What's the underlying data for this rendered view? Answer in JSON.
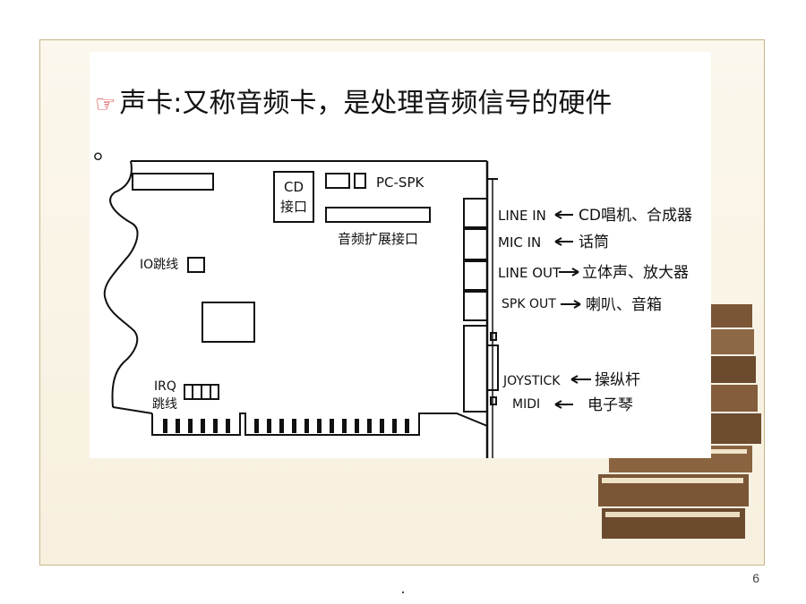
{
  "slide": {
    "title_bullet": "☞",
    "title": "声卡:又称音频卡，是处理音频信号的硬件",
    "title_tail": "。",
    "page_number": "6",
    "bottom_mark": "."
  },
  "diagram": {
    "cd_label_1": "CD",
    "cd_label_2": "接口",
    "pcspk_label": "PC-SPK",
    "expansion_label": "音频扩展接口",
    "io_label": "IO跳线",
    "irq_label_1": "IRQ",
    "irq_label_2": "跳线",
    "ports": [
      {
        "port": "LINE IN",
        "device": "CD唱机、合成器"
      },
      {
        "port": "MIC IN",
        "device": "话筒"
      },
      {
        "port": "LINE OUT",
        "device": "立体声、放大器"
      },
      {
        "port": "SPK OUT",
        "device": "喇叭、音箱"
      },
      {
        "port": "JOYSTICK",
        "device": "操纵杆"
      },
      {
        "port": "MIDI",
        "device": "电子琴"
      }
    ]
  }
}
